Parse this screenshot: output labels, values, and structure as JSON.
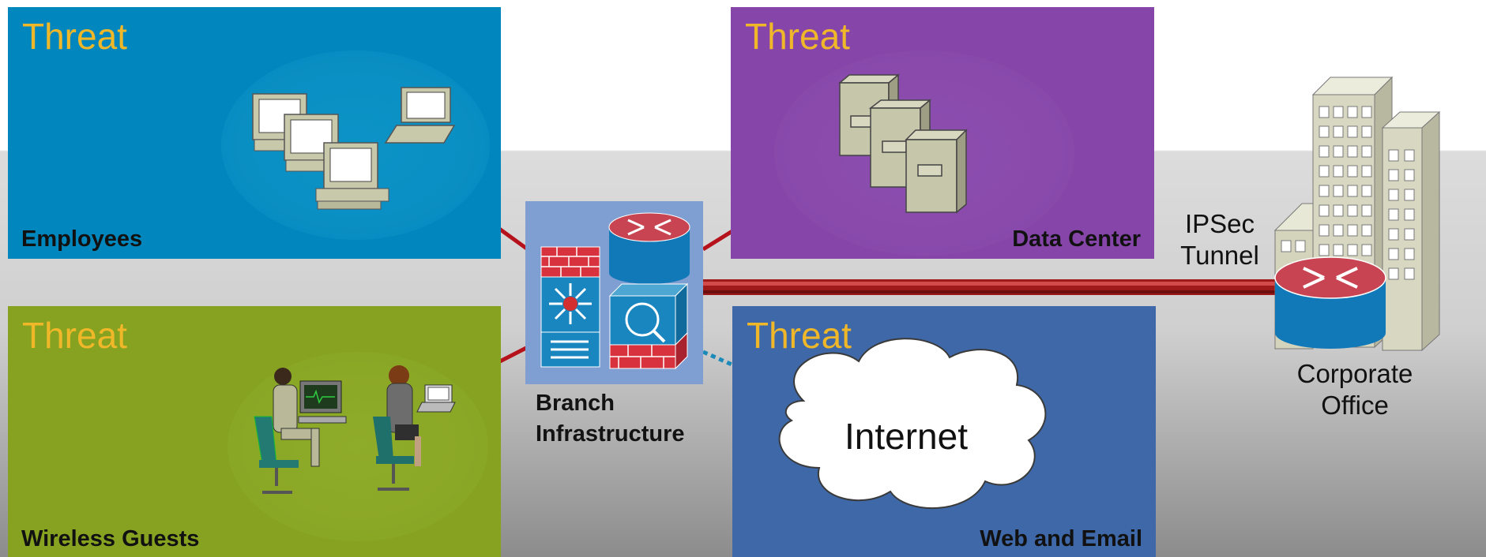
{
  "panels": {
    "employees": {
      "threat": "Threat",
      "label": "Employees",
      "color": "#0187bd"
    },
    "wireless": {
      "threat": "Threat",
      "label": "Wireless Guests",
      "color": "#87a221"
    },
    "datacenter": {
      "threat": "Threat",
      "label": "Data Center",
      "color": "#8646a9"
    },
    "web": {
      "threat": "Threat",
      "label": "Web and Email",
      "color": "#3e68a7"
    }
  },
  "branch": {
    "line1": "Branch",
    "line2": "Infrastructure"
  },
  "tunnel": {
    "line1": "IPSec",
    "line2": "Tunnel"
  },
  "corporate": {
    "line1": "Corporate",
    "line2": "Office"
  },
  "cloud": {
    "label": "Internet"
  },
  "icons": {
    "employees": "computers-icon",
    "wireless": "users-at-desk-icon",
    "datacenter": "file-servers-icon",
    "branch": "branch-router-firewall-icon",
    "corporate": "office-building-icon",
    "cloud": "internet-cloud-icon"
  },
  "colors": {
    "threat_text": "#f0b829",
    "link_line": "#b5121b",
    "tunnel": "#9e1a1a",
    "router_red": "#c94452",
    "router_blue": "#1279b8"
  }
}
